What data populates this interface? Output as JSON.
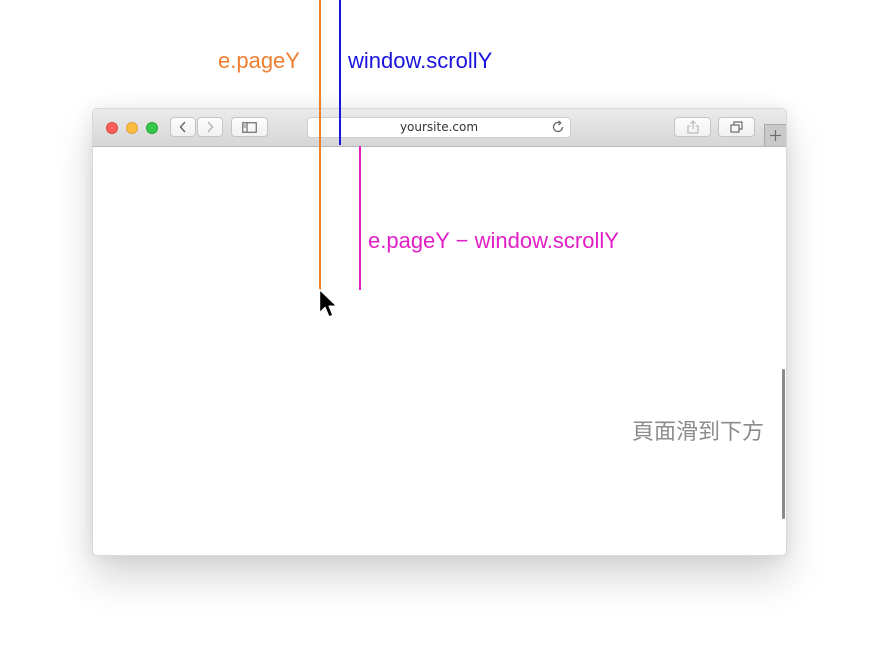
{
  "labels": {
    "page_y": "e.pageY",
    "scroll_y": "window.scrollY",
    "difference": "e.pageY − window.scrollY",
    "scrolled_note": "頁面滑到下方"
  },
  "browser": {
    "url": "yoursite.com"
  },
  "colors": {
    "page_y": "#ef7f2f",
    "scroll_y": "#1a13dd",
    "difference": "#e11fc6",
    "note": "#8c8c8c"
  },
  "icons": [
    "close-dot",
    "minimize-dot",
    "zoom-dot",
    "back-chevron",
    "forward-chevron",
    "sidebar-icon",
    "reload-icon",
    "share-icon",
    "tabs-icon",
    "plus-icon",
    "mouse-cursor"
  ]
}
